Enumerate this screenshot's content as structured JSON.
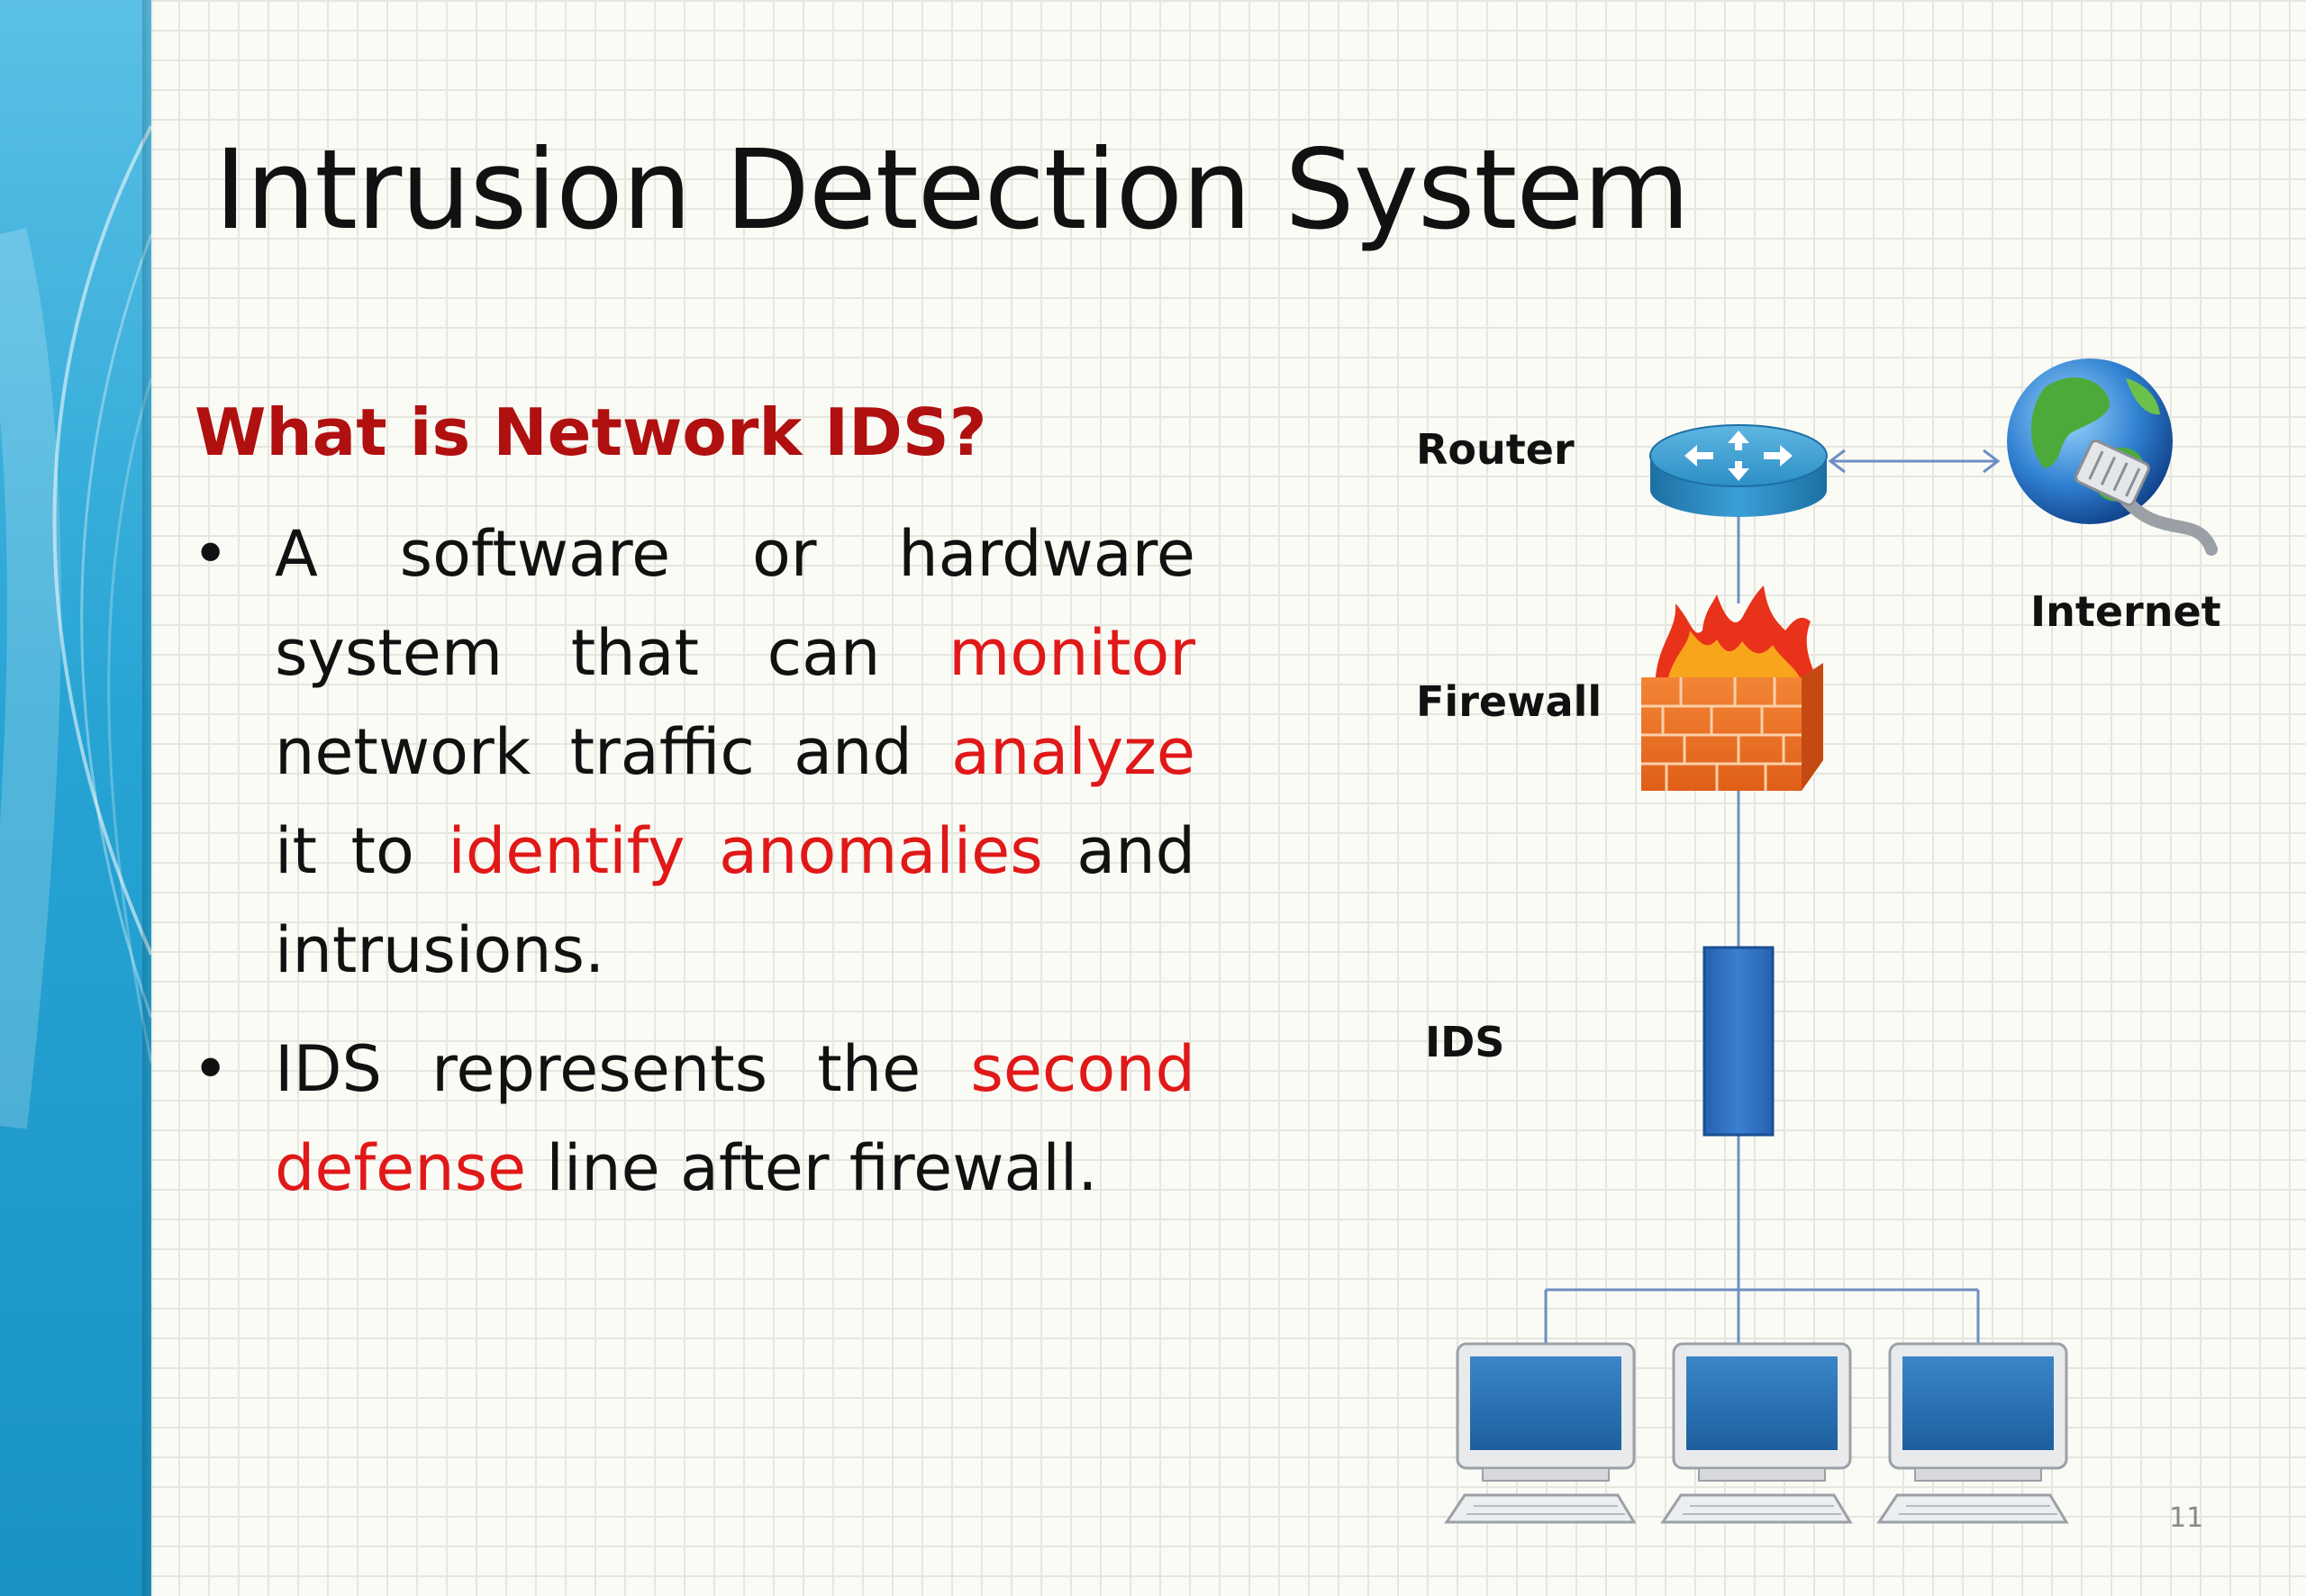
{
  "slide": {
    "title": "Intrusion Detection System",
    "subtitle": "What is Network IDS?",
    "bullets": [
      {
        "segments": [
          {
            "text": "A software or hardware system that can ",
            "highlight": false
          },
          {
            "text": "monitor",
            "highlight": true
          },
          {
            "text": " network traffic and ",
            "highlight": false
          },
          {
            "text": "analyze",
            "highlight": true
          },
          {
            "text": " it to ",
            "highlight": false
          },
          {
            "text": "identify anomalies",
            "highlight": true
          },
          {
            "text": " and intrusions.",
            "highlight": false
          }
        ]
      },
      {
        "segments": [
          {
            "text": "IDS represents the ",
            "highlight": false
          },
          {
            "text": "second defense",
            "highlight": true
          },
          {
            "text": " line after firewall.",
            "highlight": false
          }
        ]
      }
    ],
    "page_number": "11"
  },
  "diagram": {
    "labels": {
      "router": "Router",
      "internet": "Internet",
      "firewall": "Firewall",
      "ids": "IDS"
    },
    "icons": [
      "router-icon",
      "globe-icon",
      "firewall-icon",
      "ids-device-icon",
      "computer-icon"
    ],
    "computer_count": 3
  },
  "colors": {
    "accent_band": "#27a4d4",
    "title_text": "#111111",
    "subtitle_text": "#b01010",
    "highlight_text": "#e01818",
    "link_line": "#6d8fc4",
    "ids_device": "#2f6fc0"
  }
}
